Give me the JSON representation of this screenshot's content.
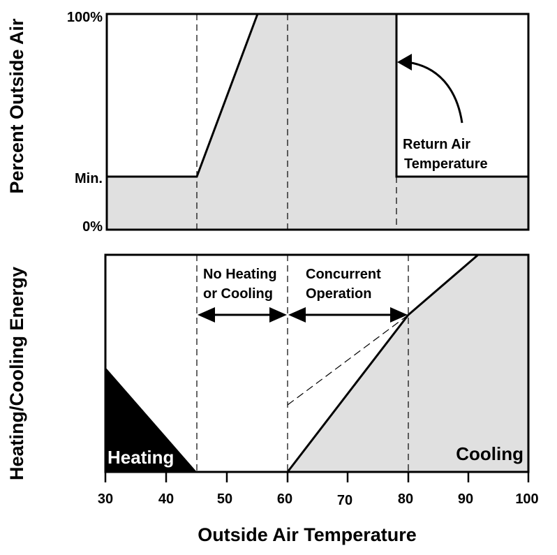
{
  "colors": {
    "fill_gray": "#e0e0e0",
    "ink": "#000000",
    "background": "#ffffff"
  },
  "top_panel": {
    "y_axis_title": "Percent Outside Air",
    "y_ticks": [
      "100%",
      "Min.",
      "0%"
    ],
    "annotation_line1": "Return Air",
    "annotation_line2": "Temperature"
  },
  "bottom_panel": {
    "y_axis_title": "Heating/Cooling Energy",
    "no_heating_line1": "No Heating",
    "no_heating_line2": "or Cooling",
    "concurrent_line1": "Concurrent",
    "concurrent_line2": "Operation",
    "heating_label": "Heating",
    "cooling_label": "Cooling"
  },
  "x_axis": {
    "title": "Outside Air Temperature",
    "ticks": [
      "30",
      "40",
      "50",
      "60",
      "70",
      "80",
      "90",
      "100"
    ]
  }
}
